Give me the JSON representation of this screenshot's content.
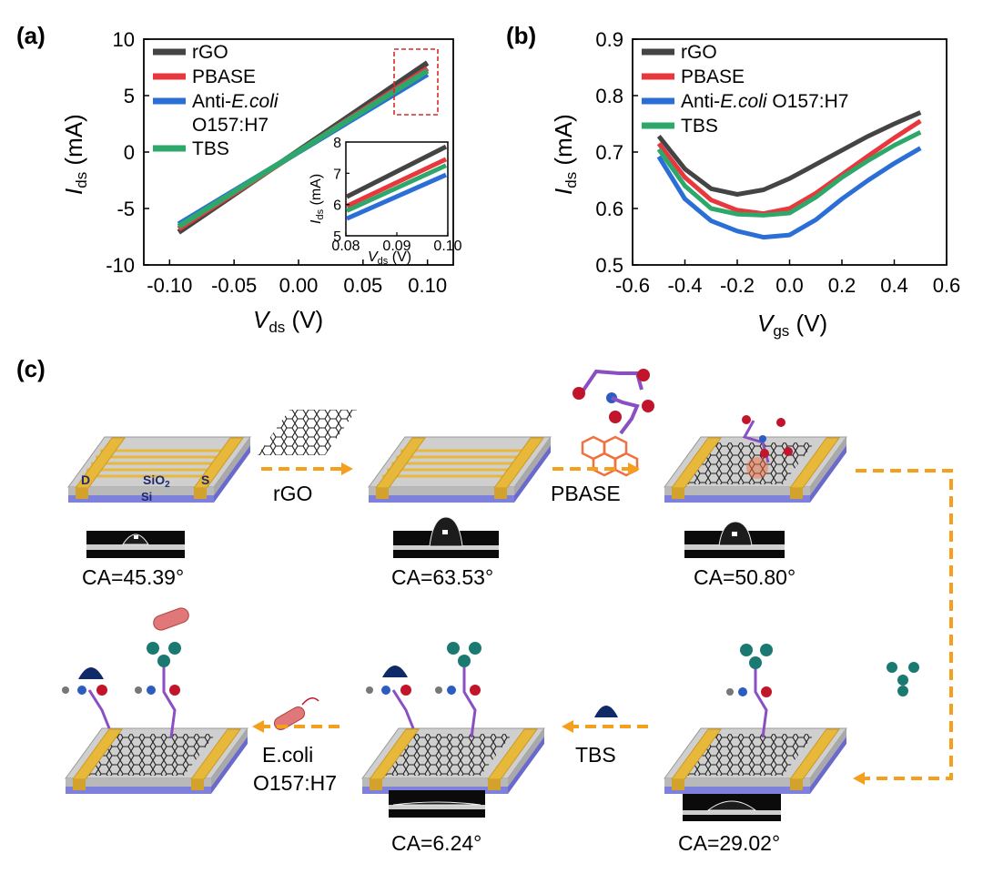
{
  "panels": {
    "a": "(a)",
    "b": "(b)",
    "c": "(c)"
  },
  "colors": {
    "rGO": "#444444",
    "PBASE": "#e8383d",
    "Anti": "#2b6fd6",
    "TBS": "#2ea86a",
    "arrow": "#f4a01c",
    "gold": "#e8b83a",
    "silicon": "#7f7fdc"
  },
  "chart_data": [
    {
      "type": "line",
      "ylabel_main": "I",
      "ylabel_sub": "ds",
      "ylabel_unit": " (mA)",
      "xlabel_main": "V",
      "xlabel_sub": "ds",
      "xlabel_unit": " (V)",
      "xlim": [
        -0.12,
        0.12
      ],
      "ylim": [
        -10,
        10
      ],
      "xticks": [
        "-0.10",
        "-0.05",
        "0.00",
        "0.05",
        "0.10"
      ],
      "xtick_values": [
        -0.1,
        -0.05,
        0.0,
        0.05,
        0.1
      ],
      "yticks": [
        "10",
        "5",
        "0",
        "-5",
        "-10"
      ],
      "ytick_values": [
        10,
        5,
        0,
        -5,
        -10
      ],
      "legend": {
        "rGO": "rGO",
        "PBASE": "PBASE",
        "anti_pre": "Anti-",
        "anti_italic": "E.coli",
        "anti_line2": "O157:H7",
        "TBS": "TBS"
      },
      "series": [
        {
          "name": "rGO",
          "x": [
            -0.093,
            0.1
          ],
          "y": [
            -7.1,
            7.9
          ]
        },
        {
          "name": "PBASE",
          "x": [
            -0.093,
            0.1
          ],
          "y": [
            -6.8,
            7.4
          ]
        },
        {
          "name": "Anti-E.coli O157:H7",
          "x": [
            -0.093,
            0.1
          ],
          "y": [
            -6.4,
            6.9
          ]
        },
        {
          "name": "TBS",
          "x": [
            -0.093,
            0.1
          ],
          "y": [
            -6.6,
            7.2
          ]
        }
      ],
      "inset": {
        "xlim": [
          0.08,
          0.1
        ],
        "ylim": [
          5,
          8
        ],
        "xticks": [
          "0.08",
          "0.09",
          "0.10"
        ],
        "xtick_values": [
          0.08,
          0.09,
          0.1
        ],
        "yticks": [
          "8",
          "7",
          "6",
          "5"
        ],
        "ytick_values": [
          8,
          7,
          6,
          5
        ],
        "ylabel_main": "I",
        "ylabel_sub": "ds",
        "ylabel_unit": " (mA)",
        "xlabel_main": "V",
        "xlabel_sub": "ds",
        "xlabel_unit": " (V)",
        "series": [
          {
            "name": "rGO",
            "y0": 6.25,
            "y1": 7.85
          },
          {
            "name": "PBASE",
            "y0": 5.95,
            "y1": 7.45
          },
          {
            "name": "Anti-E.coli O157:H7",
            "y0": 5.55,
            "y1": 6.95
          },
          {
            "name": "TBS",
            "y0": 5.8,
            "y1": 7.25
          }
        ]
      }
    },
    {
      "type": "line",
      "ylabel_main": "I",
      "ylabel_sub": "ds",
      "ylabel_unit": " (mA)",
      "xlabel_main": "V",
      "xlabel_sub": "gs",
      "xlabel_unit": " (V)",
      "xlim": [
        -0.6,
        0.6
      ],
      "ylim": [
        0.5,
        0.9
      ],
      "xticks": [
        "-0.6",
        "-0.4",
        "-0.2",
        "0.0",
        "0.2",
        "0.4",
        "0.6"
      ],
      "xtick_values": [
        -0.6,
        -0.4,
        -0.2,
        0.0,
        0.2,
        0.4,
        0.6
      ],
      "yticks": [
        "0.9",
        "0.8",
        "0.7",
        "0.6",
        "0.5"
      ],
      "ytick_values": [
        0.9,
        0.8,
        0.7,
        0.6,
        0.5
      ],
      "legend": {
        "rGO": "rGO",
        "PBASE": "PBASE",
        "anti_pre": "Anti-",
        "anti_italic": "E.coli",
        "anti_post": " O157:H7",
        "TBS": "TBS"
      },
      "series": [
        {
          "name": "rGO",
          "x": [
            -0.5,
            -0.4,
            -0.3,
            -0.2,
            -0.1,
            0.0,
            0.1,
            0.2,
            0.3,
            0.4,
            0.5
          ],
          "y": [
            0.728,
            0.67,
            0.635,
            0.625,
            0.633,
            0.653,
            0.678,
            0.703,
            0.728,
            0.75,
            0.77
          ]
        },
        {
          "name": "PBASE",
          "x": [
            -0.5,
            -0.4,
            -0.3,
            -0.2,
            -0.1,
            0.0,
            0.1,
            0.2,
            0.3,
            0.4,
            0.5
          ],
          "y": [
            0.715,
            0.655,
            0.615,
            0.597,
            0.591,
            0.6,
            0.627,
            0.66,
            0.693,
            0.725,
            0.755
          ]
        },
        {
          "name": "Anti-E.coli O157:H7",
          "x": [
            -0.5,
            -0.4,
            -0.3,
            -0.2,
            -0.1,
            0.0,
            0.1,
            0.2,
            0.3,
            0.4,
            0.5
          ],
          "y": [
            0.692,
            0.617,
            0.578,
            0.56,
            0.549,
            0.553,
            0.58,
            0.617,
            0.65,
            0.68,
            0.707
          ]
        },
        {
          "name": "TBS",
          "x": [
            -0.5,
            -0.4,
            -0.3,
            -0.2,
            -0.1,
            0.0,
            0.1,
            0.2,
            0.3,
            0.4,
            0.5
          ],
          "y": [
            0.705,
            0.64,
            0.6,
            0.59,
            0.588,
            0.592,
            0.62,
            0.655,
            0.685,
            0.712,
            0.735
          ]
        }
      ]
    }
  ],
  "diagram": {
    "electrode_D": "D",
    "electrode_S": "S",
    "sio2_main": "SiO",
    "sio2_sub": "2",
    "si": "Si",
    "steps": {
      "rgo": "rGO",
      "pbase": "PBASE",
      "tbs": "TBS",
      "ecoli_line1": "E.coli",
      "ecoli_line2": "O157:H7"
    },
    "contact_angles": [
      "CA=45.39°",
      "CA=63.53°",
      "CA=50.80°",
      "CA=29.02°",
      "CA=6.24°"
    ]
  }
}
